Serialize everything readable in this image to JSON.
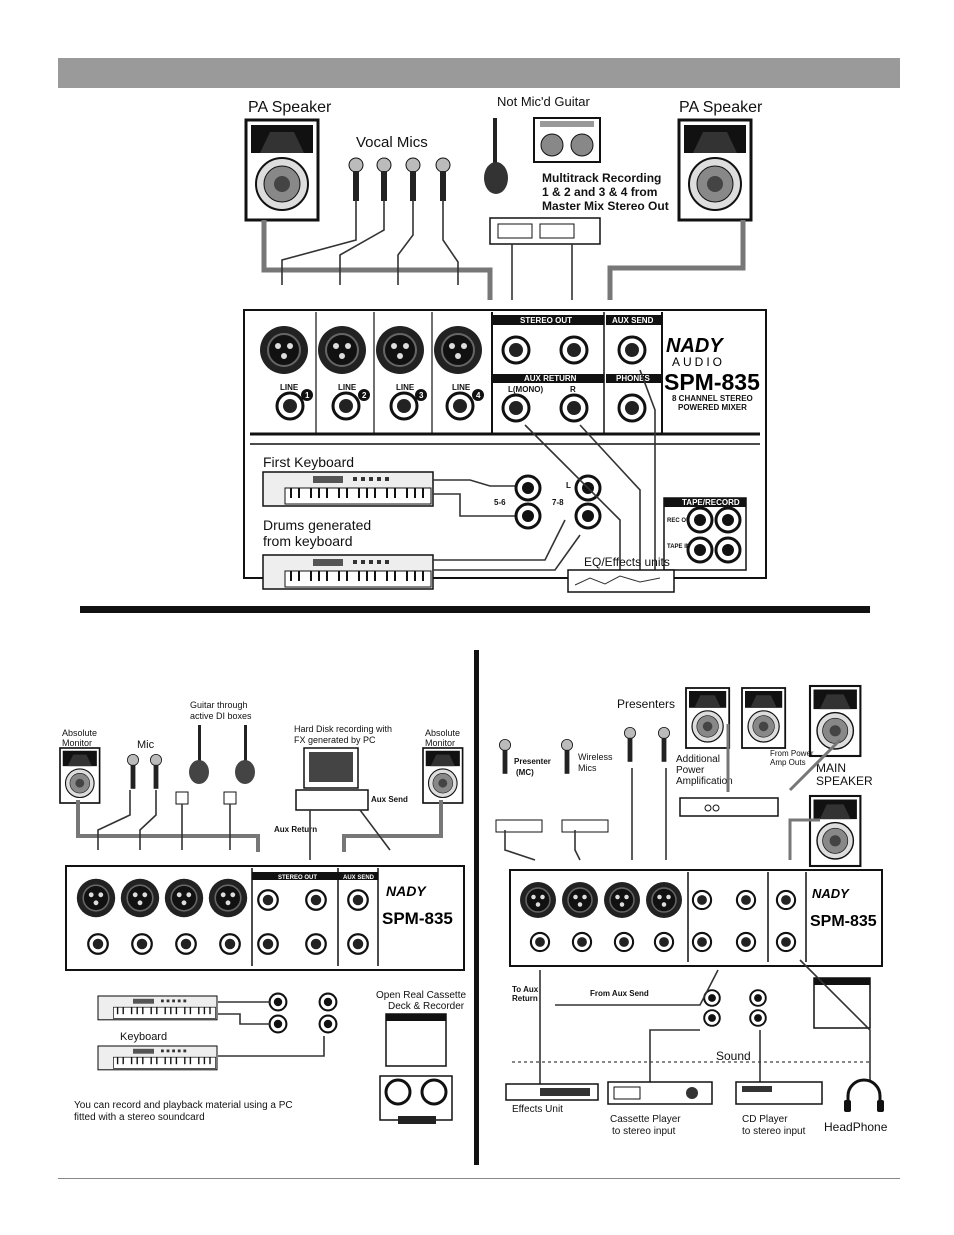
{
  "top": {
    "pa_speaker_left": "PA Speaker",
    "pa_speaker_right": "PA Speaker",
    "vocal_mics": "Vocal Mics",
    "guitar": "Not Mic'd Guitar",
    "recording_l1": "Multitrack Recording",
    "recording_l2": "1 & 2 and 3 & 4 from",
    "recording_l3": "Master Mix Stereo Out",
    "first_keyboard": "First Keyboard",
    "drums_l1": "Drums generated",
    "drums_l2": "from keyboard",
    "eq_effects": "EQ/Effects units"
  },
  "mixer": {
    "brand_1": "NADY",
    "brand_2": "AUDIO",
    "model": "SPM-835",
    "sub_1": "8 CHANNEL STEREO",
    "sub_2": "POWERED MIXER",
    "stereo_out": "STEREO OUT",
    "aux_send": "AUX SEND",
    "aux_return": "AUX RETURN",
    "phones": "PHONES",
    "line": "LINE",
    "lmono": "L(MONO)",
    "r": "R",
    "l": "L",
    "ch1": "1",
    "ch2": "2",
    "ch3": "3",
    "ch4": "4",
    "in56": "5-6",
    "in78": "7-8",
    "tape_record": "TAPE/RECORD",
    "rec_out": "REC OUT",
    "tape_in": "TAPE IN"
  },
  "bottom_left": {
    "abs_monitor_l1": "Absolute",
    "abs_monitor_l2": "Monitor",
    "abs_monitor_r1": "Absolute",
    "abs_monitor_r2": "Monitor",
    "mic": "Mic",
    "guitar_l1": "Guitar through",
    "guitar_l2": "active DI boxes",
    "hd_l1": "Hard Disk recording with",
    "hd_l2": "FX generated by PC",
    "aux_send": "Aux Send",
    "aux_return": "Aux Return",
    "keyboard": "Keyboard",
    "cassette_l1": "Open Real Cassette",
    "cassette_l2": "Deck & Recorder",
    "note_l1": "You can record and playback material using a PC",
    "note_l2": "fitted with a stereo soundcard"
  },
  "bottom_right": {
    "presenters": "Presenters",
    "presenter_mc_1": "Presenter",
    "presenter_mc_2": "(MC)",
    "wireless_1": "Wireless",
    "wireless_2": "Mics",
    "add_power_1": "Additional",
    "add_power_2": "Power",
    "add_power_3": "Amplification",
    "from_power_1": "From Power",
    "from_power_2": "Amp Outs",
    "main_speaker_1": "MAIN",
    "main_speaker_2": "SPEAKER",
    "to_aux_return_1": "To Aux",
    "to_aux_return_2": "Return",
    "from_aux_send": "From Aux Send",
    "sound": "Sound",
    "effects_unit": "Effects Unit",
    "cassette_1": "Cassette Player",
    "cassette_2": "to stereo input",
    "cd_1": "CD Player",
    "cd_2": "to stereo input",
    "headphone": "HeadPhone"
  }
}
